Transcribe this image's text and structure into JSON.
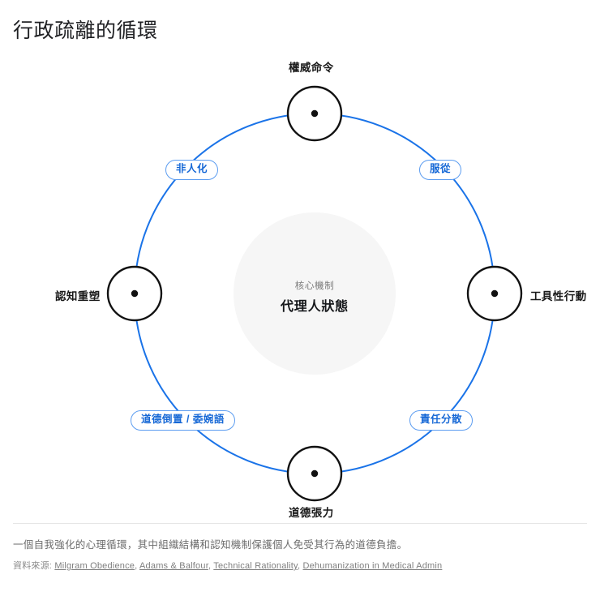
{
  "page": {
    "title": "行政疏離的循環"
  },
  "diagram": {
    "type": "cycle",
    "ring_color": "#1a73e8",
    "node_stroke_color": "#111111",
    "hub_fill_color": "#f6f6f6",
    "hub": {
      "kicker": "核心機制",
      "title": "代理人狀態"
    },
    "nodes": [
      {
        "id": "authority-command",
        "label": "權威命令",
        "position": "top"
      },
      {
        "id": "instrumental-action",
        "label": "工具性行動",
        "position": "right"
      },
      {
        "id": "moral-tension",
        "label": "道德張力",
        "position": "bottom"
      },
      {
        "id": "cognitive-restructuring",
        "label": "認知重塑",
        "position": "left"
      }
    ],
    "edges": [
      {
        "id": "obedience",
        "label": "服從",
        "position": "top-right"
      },
      {
        "id": "diffusion-of-responsibility",
        "label": "責任分散",
        "position": "bottom-right"
      },
      {
        "id": "moral-inversion-euphemism",
        "label": "道德倒置 / 委婉語",
        "position": "bottom-left"
      },
      {
        "id": "dehumanization",
        "label": "非人化",
        "position": "top-left"
      }
    ]
  },
  "footer": {
    "caption": "一個自我強化的心理循環，其中組織結構和認知機制保護個人免受其行為的道德負擔。",
    "sources_label": "資料來源:",
    "sources": [
      "Milgram Obedience",
      "Adams & Balfour",
      "Technical Rationality",
      "Dehumanization in Medical Admin"
    ],
    "source_separator": ", "
  }
}
